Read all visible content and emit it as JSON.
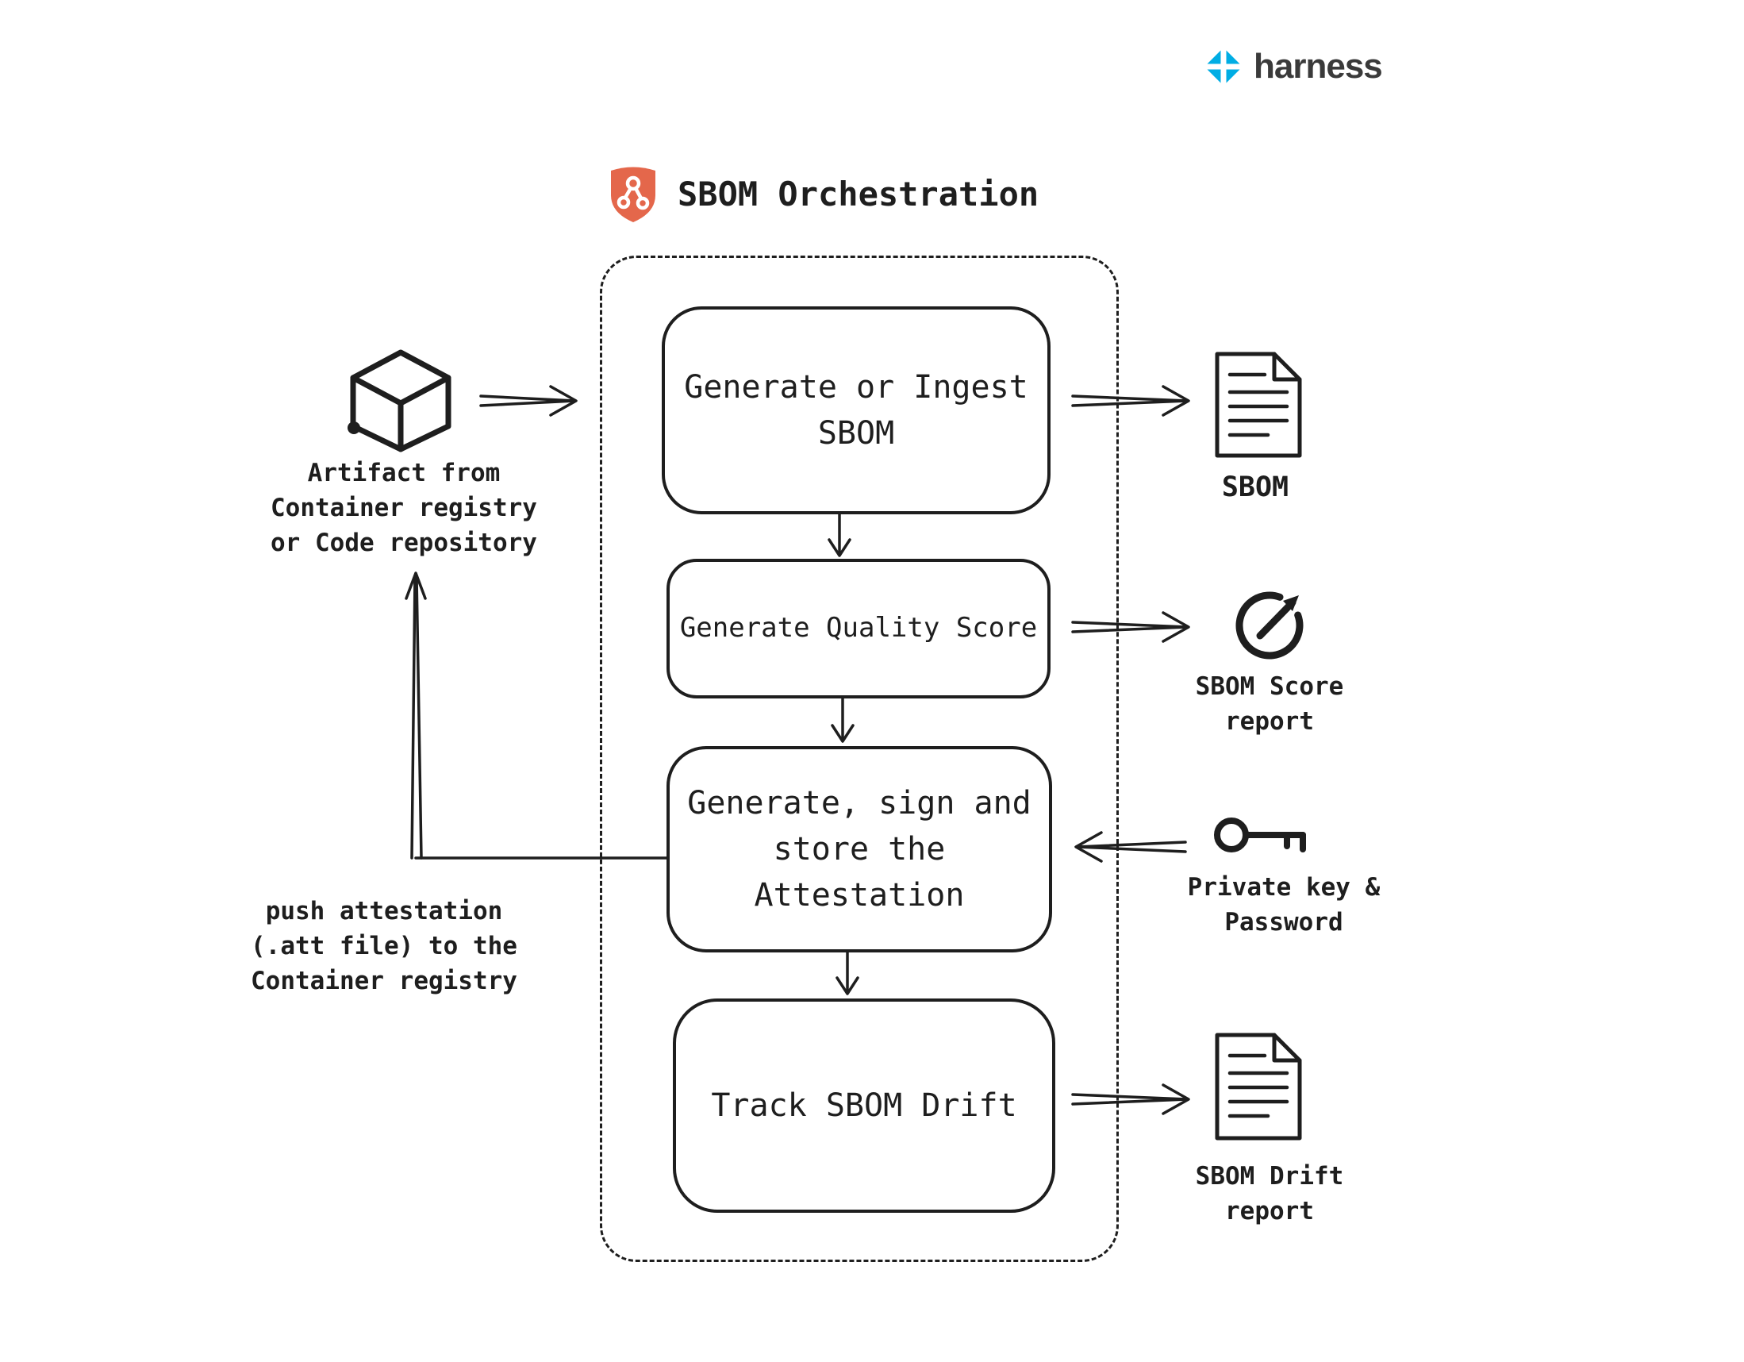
{
  "brand": {
    "name": "harness"
  },
  "title": {
    "label": "SBOM Orchestration",
    "icon": "shield-network-icon"
  },
  "steps": [
    {
      "label": "Generate or Ingest\nSBOM"
    },
    {
      "label": "Generate Quality Score"
    },
    {
      "label": "Generate, sign and\nstore the\nAttestation"
    },
    {
      "label": "Track SBOM Drift"
    }
  ],
  "inputs": {
    "artifact": {
      "label": "Artifact from\nContainer registry\nor Code repository",
      "icon": "cube-icon"
    },
    "key": {
      "label": "Private key &\nPassword",
      "icon": "key-icon"
    }
  },
  "outputs": {
    "sbom": {
      "label": "SBOM",
      "icon": "document-icon"
    },
    "score": {
      "label": "SBOM Score\nreport",
      "icon": "gauge-icon"
    },
    "drift": {
      "label": "SBOM Drift\nreport",
      "icon": "document-icon"
    }
  },
  "annotations": {
    "push_attestation": {
      "label": "push attestation\n(.att file) to the\nContainer registry"
    }
  },
  "colors": {
    "ink": "#1e1e1e",
    "shield": "#e4674b",
    "harness_blue": "#00ade4",
    "background": "#ffffff"
  }
}
